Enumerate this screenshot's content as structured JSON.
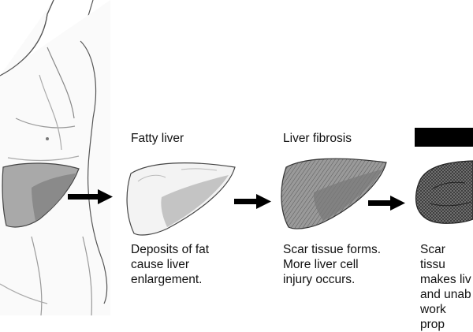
{
  "stages": [
    {
      "id": "fatty",
      "title": "Fatty liver",
      "caption": "Deposits of fat\ncause liver\nenlargement."
    },
    {
      "id": "fibrosis",
      "title": "Liver fibrosis",
      "caption": "Scar tissue forms.\nMore liver cell\ninjury occurs."
    },
    {
      "id": "cirrhosis",
      "title": "",
      "caption": "Scar tissu\nmakes liv\nand unab\nwork prop"
    }
  ],
  "colors": {
    "ink": "#111111",
    "liver_light": "#f2f2f2",
    "liver_mid": "#bdbdbd",
    "liver_dark": "#8c8c8c",
    "body_shade": "#e6e6e6",
    "arrow": "#000000"
  },
  "icons": [
    "right-arrow-icon",
    "right-arrow-icon",
    "right-arrow-icon"
  ]
}
